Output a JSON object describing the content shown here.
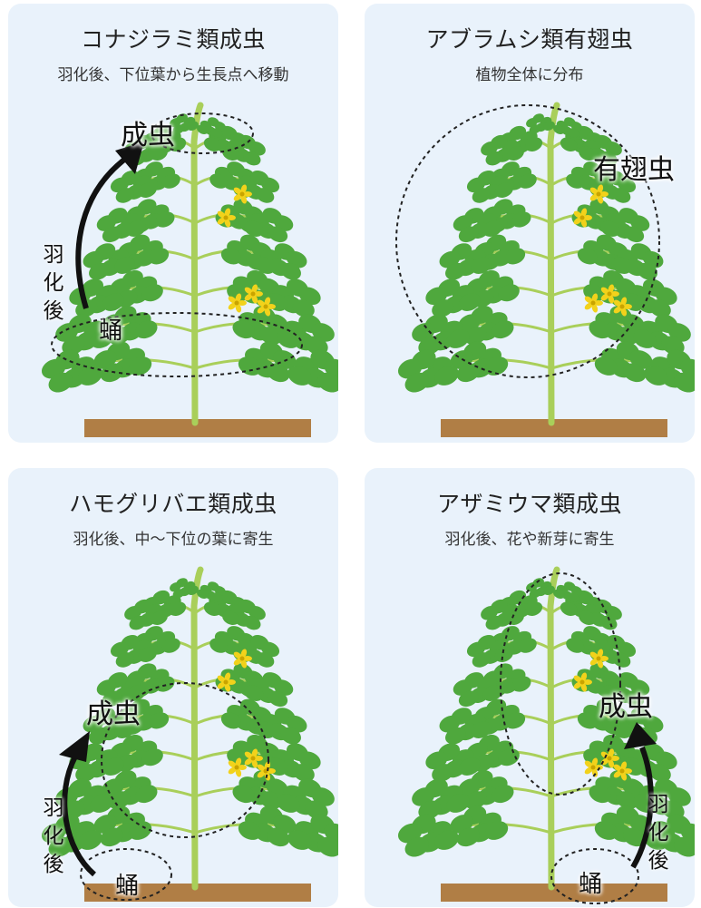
{
  "panels": [
    {
      "title": "コナジラミ類成虫",
      "subtitle": "羽化後、下位葉から生長点へ移動",
      "labels": {
        "adult": "成虫",
        "pupa": "蛹",
        "emergence": "羽化後"
      }
    },
    {
      "title": "アブラムシ類有翅虫",
      "subtitle": "植物全体に分布",
      "labels": {
        "winged": "有翅虫"
      }
    },
    {
      "title": "ハモグリバエ類成虫",
      "subtitle": "羽化後、中〜下位の葉に寄生",
      "labels": {
        "adult": "成虫",
        "pupa": "蛹",
        "emergence": "羽化後"
      }
    },
    {
      "title": "アザミウマ類成虫",
      "subtitle": "羽化後、花や新芽に寄生",
      "labels": {
        "adult": "成虫",
        "pupa": "蛹",
        "emergence": "羽化後"
      }
    }
  ],
  "colors": {
    "panel_bg": "#e9f2fb",
    "leaf": "#4fa83d",
    "leaf_light": "#7fc56a",
    "stem": "#a9cf5a",
    "flower": "#f2d21b",
    "soil": "#b07e45",
    "outline_dash": "#222222"
  }
}
